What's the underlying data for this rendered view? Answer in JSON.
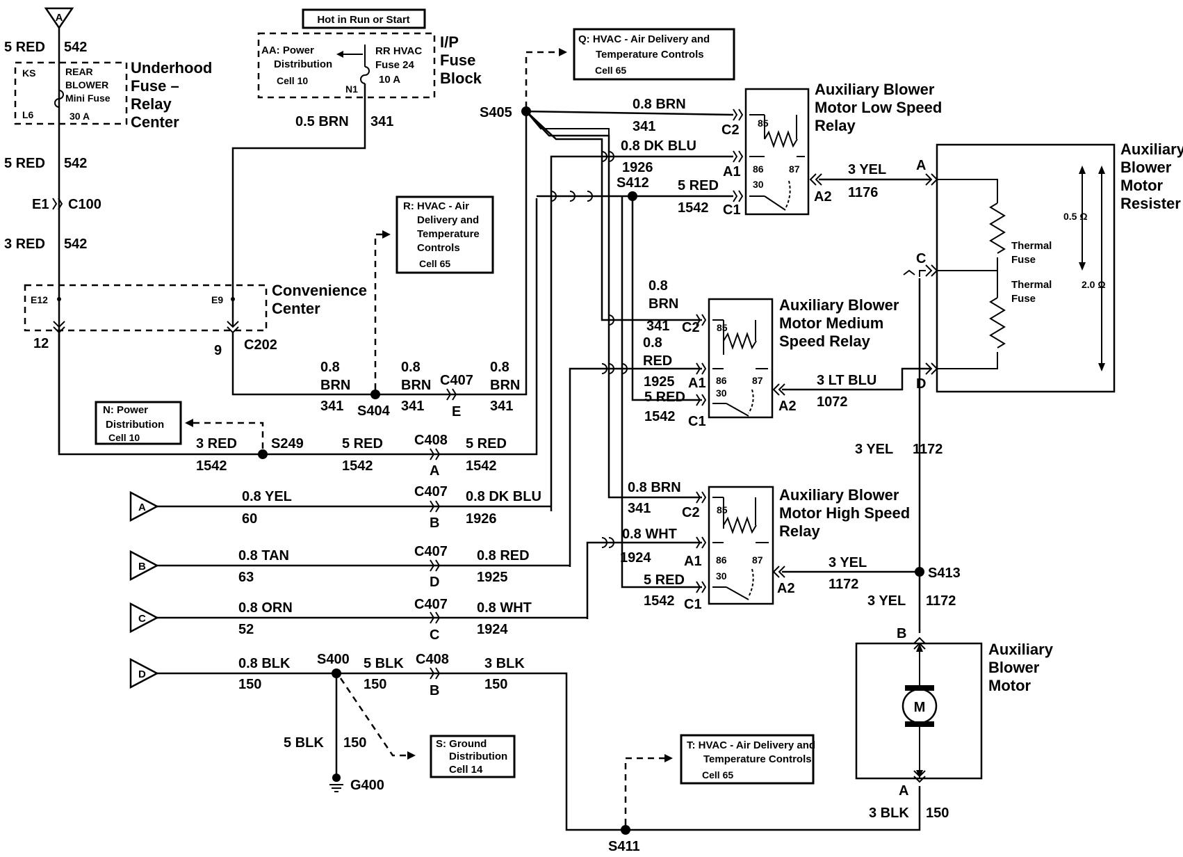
{
  "hot_label": "Hot in Run or Start",
  "labels": {
    "underhood": [
      "Underhood",
      "Fuse –",
      "Relay",
      "Center"
    ],
    "ip_fuse": [
      "I/P",
      "Fuse",
      "Block"
    ],
    "convenience": [
      "Convenience",
      "Center"
    ],
    "rel_low": [
      "Auxiliary Blower",
      "Motor Low Speed",
      "Relay"
    ],
    "rel_med": [
      "Auxiliary Blower",
      "Motor Medium",
      "Speed Relay"
    ],
    "rel_high": [
      "Auxiliary Blower",
      "Motor High Speed",
      "Relay"
    ],
    "resister": [
      "Auxiliary",
      "Blower",
      "Motor",
      "Resister"
    ],
    "motor": [
      "Auxiliary",
      "Blower",
      "Motor"
    ],
    "motor_symbol": "M"
  },
  "fuses": {
    "underhood": {
      "ks": "KS",
      "l6": "L6",
      "name": [
        "REAR",
        "BLOWER",
        "Mini Fuse"
      ],
      "rating": "30 A"
    },
    "ip": {
      "aa": [
        "AA: Power",
        "Distribution",
        "Cell 10"
      ],
      "name": [
        "RR HVAC",
        "Fuse 24",
        "10 A"
      ],
      "n1": "N1"
    },
    "convenience": {
      "e12": "E12",
      "e9": "E9"
    }
  },
  "refs": {
    "q": [
      "Q: HVAC - Air Delivery and",
      "Temperature Controls",
      "Cell 65"
    ],
    "r": [
      "R: HVAC - Air",
      "Delivery and",
      "Temperature",
      "Controls",
      "Cell 65"
    ],
    "n": [
      "N: Power",
      "Distribution",
      "Cell 10"
    ],
    "s": [
      "S: Ground",
      "Distribution",
      "Cell 14"
    ],
    "t": [
      "T: HVAC - Air Delivery and",
      "Temperature Controls",
      "Cell 65"
    ]
  },
  "inputs": [
    "A",
    "B",
    "C",
    "D"
  ],
  "splices": {
    "s405": "S405",
    "s412": "S412",
    "s404": "S404",
    "s249": "S249",
    "s400": "S400",
    "s413": "S413",
    "s411": "S411",
    "g400": "G400"
  },
  "connectors": {
    "e1": "E1",
    "c100": "C100",
    "c202": "C202",
    "pin12": "12",
    "pin9": "9",
    "c407": "C407",
    "c408": "C408",
    "pA": "A",
    "pB": "B",
    "pC": "C",
    "pD": "D",
    "pE": "E"
  },
  "relay_pins": {
    "p85": "85",
    "p86": "86",
    "p87": "87",
    "p30": "30",
    "c2": "C2",
    "a1": "A1",
    "c1": "C1",
    "a2": "A2"
  },
  "resister": {
    "A": "A",
    "C": "C",
    "D": "D",
    "thermal": [
      "Thermal",
      "Fuse"
    ],
    "r1": "0.5 Ω",
    "r2": "2.0 Ω"
  },
  "motor_pins": {
    "B": "B",
    "A": "A"
  },
  "wires": {
    "red5": "5 RED",
    "red3": "3 RED",
    "c542": "542",
    "brn05": "0.5 BRN",
    "brn08": "0.8 BRN",
    "p08": "0.8",
    "brn": "BRN",
    "red": "RED",
    "c341": "341",
    "c1542": "1542",
    "dkblu08": "0.8 DK BLU",
    "c1926": "1926",
    "yel3": "3 YEL",
    "c1176": "1176",
    "ltblu3": "3 LT BLU",
    "c1072": "1072",
    "c1172": "1172",
    "c1925": "1925",
    "wht08": "0.8 WHT",
    "c1924": "1924",
    "red08": "0.8 RED",
    "yel08": "0.8 YEL",
    "c60": "60",
    "tan08": "0.8 TAN",
    "c63": "63",
    "orn08": "0.8 ORN",
    "c52": "52",
    "blk08": "0.8 BLK",
    "blk5": "5 BLK",
    "blk3": "3 BLK",
    "c150": "150"
  }
}
